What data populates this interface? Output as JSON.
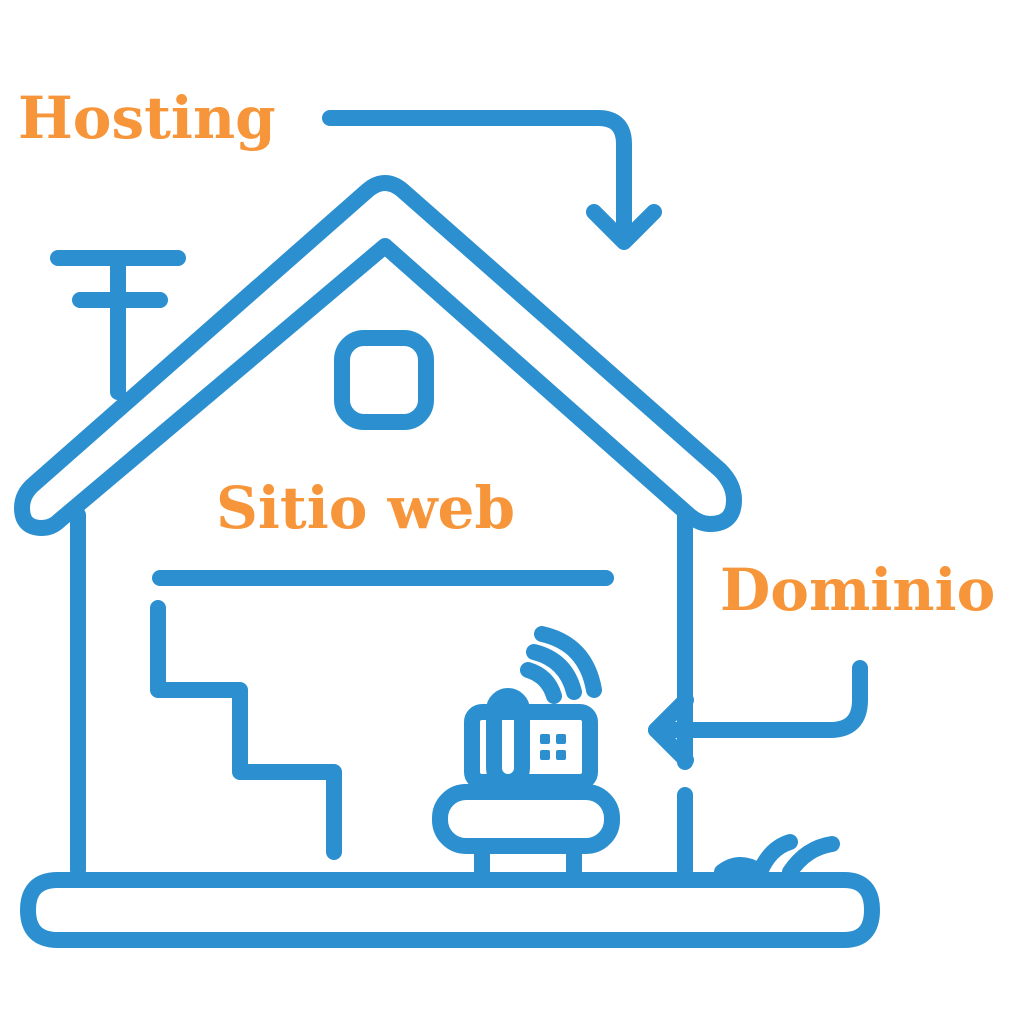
{
  "labels": {
    "hosting": "Hosting",
    "website": "Sitio web",
    "domain": "Dominio"
  },
  "colors": {
    "line": "#2b8fd0",
    "label": "#f7953a",
    "background": "#ffffff"
  }
}
